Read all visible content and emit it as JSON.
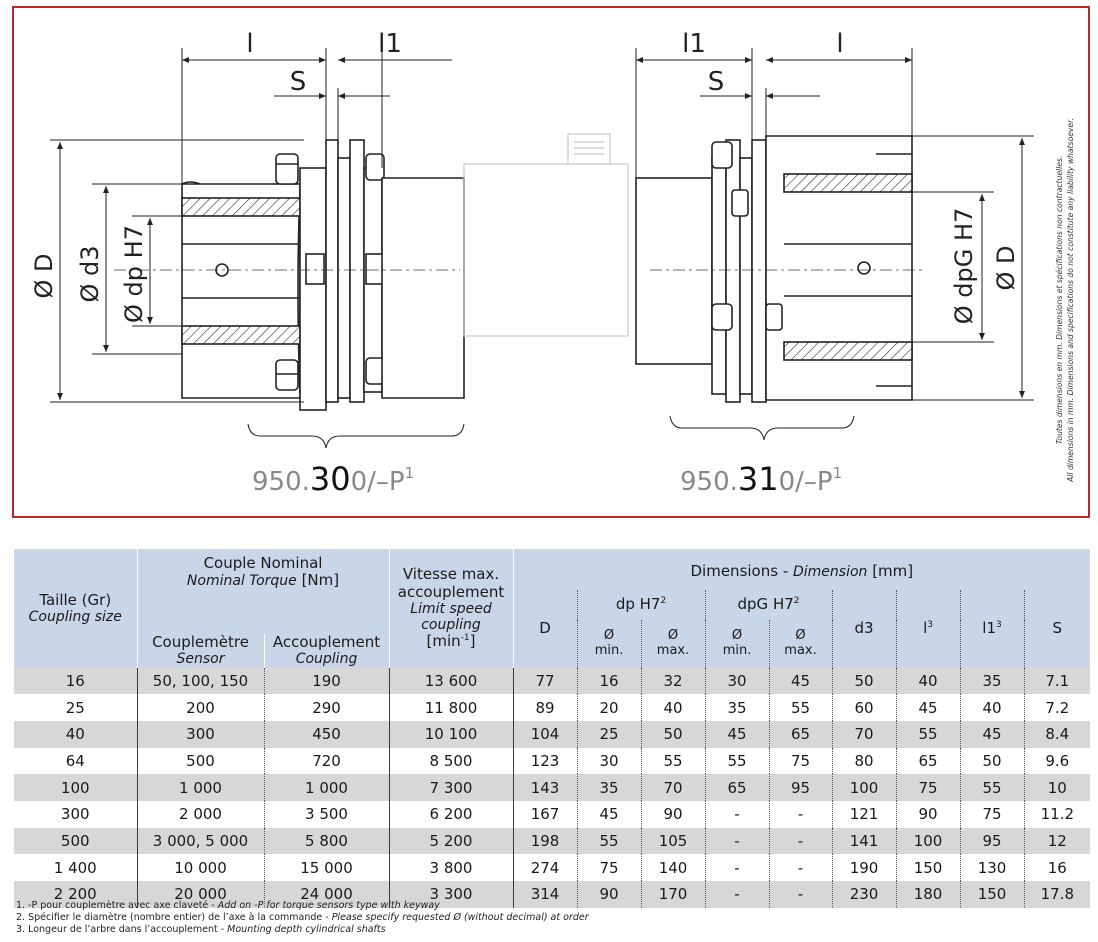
{
  "drawing": {
    "left_label": "950.300/-P¹",
    "left_label_parts": [
      "950.",
      "30",
      "0/–P",
      "1"
    ],
    "right_label": "950.310/-P¹",
    "right_label_parts": [
      "950.",
      "31",
      "0/–P",
      "1"
    ],
    "dims_left": {
      "l": "l",
      "l1": "l1",
      "S": "S",
      "D": "Ø D",
      "d3": "Ø d3",
      "dp": "Ø dp  H7"
    },
    "dims_right": {
      "l1": "l1",
      "l": "l",
      "S": "S",
      "dpG": "Ø dpG  H7",
      "D": "Ø D"
    },
    "side_note_fr": "Toutes dimensions en mm. Dimensions et spécifications non contractuelles.",
    "side_note_en": "All dimensions in mm. Dimensions and specifications do not constitute any liability whatsoever."
  },
  "table": {
    "header": {
      "size_fr": "Taille (Gr)",
      "size_en": "Coupling size",
      "torque_fr": "Couple Nominal",
      "torque_en": "Nominal Torque",
      "torque_unit": "[Nm]",
      "sensor_fr": "Couplemètre",
      "sensor_en": "Sensor",
      "coupling_fr": "Accouplement",
      "coupling_en": "Coupling",
      "speed_fr_1": "Vitesse max.",
      "speed_fr_2": "accouplement",
      "speed_en_1": "Limit speed",
      "speed_en_2": "coupling",
      "speed_unit": "[min",
      "speed_unit_sup": "-1",
      "speed_unit_end": "]",
      "dims_fr": "Dimensions",
      "dims_sep": " - ",
      "dims_en": "Dimension",
      "dims_unit": " [mm]",
      "D": "D",
      "dp": "dp H7",
      "dp_sup": "2",
      "dpg": "dpG H7",
      "dpg_sup": "2",
      "dia": "Ø",
      "min": "min.",
      "max": "max.",
      "d3": "d3",
      "l": "l",
      "l_sup": "3",
      "l1": "l1",
      "l1_sup": "3",
      "S": "S"
    },
    "rows": [
      [
        "16",
        "50, 100, 150",
        "190",
        "13 600",
        "77",
        "16",
        "32",
        "30",
        "45",
        "50",
        "40",
        "35",
        "7.1"
      ],
      [
        "25",
        "200",
        "290",
        "11 800",
        "89",
        "20",
        "40",
        "35",
        "55",
        "60",
        "45",
        "40",
        "7.2"
      ],
      [
        "40",
        "300",
        "450",
        "10 100",
        "104",
        "25",
        "50",
        "45",
        "65",
        "70",
        "55",
        "45",
        "8.4"
      ],
      [
        "64",
        "500",
        "720",
        "8 500",
        "123",
        "30",
        "55",
        "55",
        "75",
        "80",
        "65",
        "50",
        "9.6"
      ],
      [
        "100",
        "1 000",
        "1 000",
        "7 300",
        "143",
        "35",
        "70",
        "65",
        "95",
        "100",
        "75",
        "55",
        "10"
      ],
      [
        "300",
        "2 000",
        "3 500",
        "6 200",
        "167",
        "45",
        "90",
        "-",
        "-",
        "121",
        "90",
        "75",
        "11.2"
      ],
      [
        "500",
        "3 000, 5 000",
        "5 800",
        "5 200",
        "198",
        "55",
        "105",
        "-",
        "-",
        "141",
        "100",
        "95",
        "12"
      ],
      [
        "1 400",
        "10 000",
        "15 000",
        "3 800",
        "274",
        "75",
        "140",
        "-",
        "-",
        "190",
        "150",
        "130",
        "16"
      ],
      [
        "2 200",
        "20 000",
        "24 000",
        "3 300",
        "314",
        "90",
        "170",
        "-",
        "-",
        "230",
        "180",
        "150",
        "17.8"
      ]
    ]
  },
  "footnotes": [
    {
      "fr": "1. -P pour couplemètre avec axe claveté - ",
      "en": "Add on -P for torque sensors type with keyway"
    },
    {
      "fr": "2. Spécifier le diamètre (nombre entier) de l’axe à la commande - ",
      "en": "Please specify requested Ø (without decimal) at order"
    },
    {
      "fr": "3. Longeur de l’arbre dans l’accouplement - ",
      "en": "Mounting depth cylindrical shafts"
    }
  ]
}
